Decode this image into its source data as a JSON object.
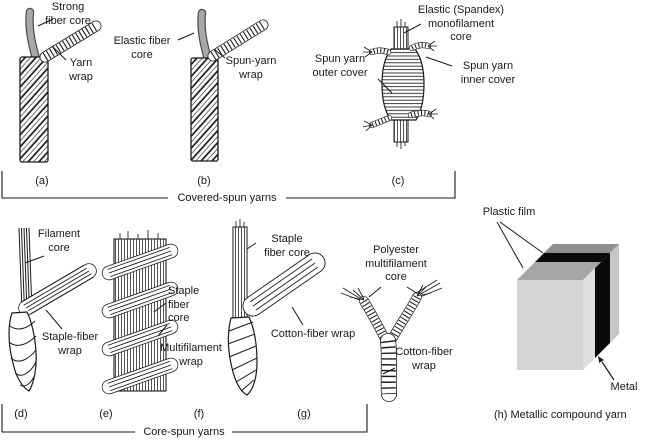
{
  "figure": {
    "group_covered_caption": "Covered-spun yarns",
    "group_core_caption": "Core-spun yarns"
  },
  "colors": {
    "ink": "#1a1a1a",
    "core_gray": "#a8a8a8",
    "core_gray_outline": "#4a4a4a",
    "film_front": "#d5d5d5",
    "film_top": "#a6a6a6",
    "film_rear_top": "#8f8f8f",
    "film_rear_side": "#c6c6c6",
    "film_right_edge": "#dedede",
    "metal": "#0a0a0a"
  },
  "panels": {
    "a": {
      "letter": "(a)",
      "core_label": [
        "Strong",
        "fiber core"
      ],
      "wrap_label": [
        "Yarn",
        "wrap"
      ]
    },
    "b": {
      "letter": "(b)",
      "core_label": [
        "Elastic fiber",
        "core"
      ],
      "wrap_label": [
        "Spun-yarn",
        "wrap"
      ]
    },
    "c": {
      "letter": "(c)",
      "core_label": [
        "Elastic (Spandex)",
        "monofilament",
        "core"
      ],
      "outer_label": [
        "Spun yarn",
        "outer cover"
      ],
      "inner_label": [
        "Spun yarn",
        "inner cover"
      ]
    },
    "d": {
      "letter": "(d)",
      "core_label": [
        "Filament",
        "core"
      ],
      "wrap_label": [
        "Staple-fiber",
        "wrap"
      ]
    },
    "e": {
      "letter": "(e)",
      "core_label": [
        "Staple",
        "fiber",
        "core"
      ],
      "wrap_label": [
        "Multifilament",
        "wrap"
      ]
    },
    "f": {
      "letter": "(f)",
      "core_label": [
        "Staple",
        "fiber core"
      ],
      "wrap_label": [
        "Cotton-fiber wrap"
      ]
    },
    "g": {
      "letter": "(g)",
      "core_label": [
        "Polyester",
        "multifilament",
        "core"
      ],
      "wrap_label": [
        "Cotton-fiber",
        "wrap"
      ]
    },
    "h": {
      "caption": "(h) Metallic compound yarn",
      "film_label": "Plastic film",
      "metal_label": "Metal"
    }
  }
}
